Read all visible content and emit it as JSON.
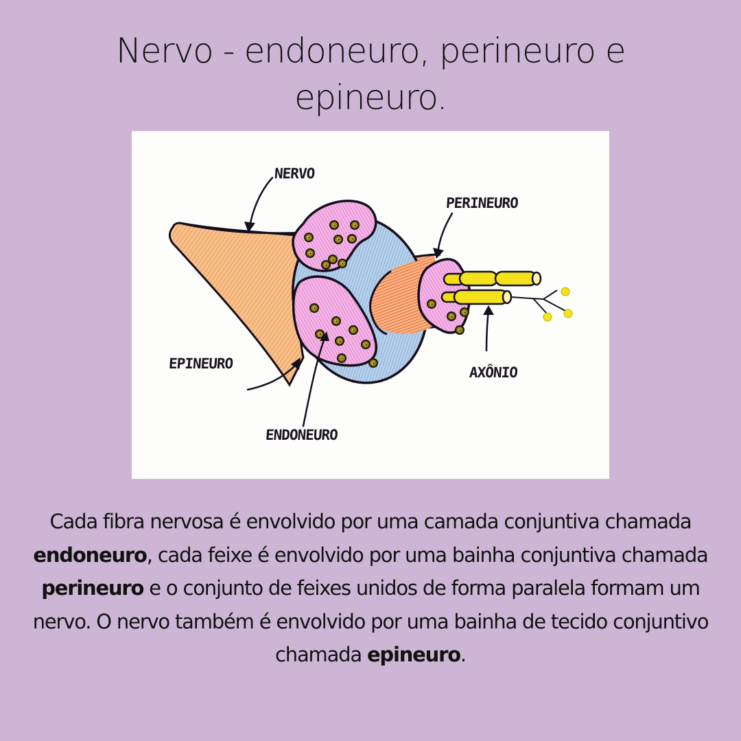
{
  "title": {
    "line1": "Nervo - endoneuro, perineuro e",
    "line2": "epineuro."
  },
  "figure": {
    "labels": {
      "nervo": "NERVO",
      "perineuro": "PERINEURO",
      "epineuro": "EPINEURO",
      "endoneuro": "ENDONEURO",
      "axonio": "AXÔNIO"
    },
    "colors": {
      "epineuro_blue": "#8fb6dc",
      "fascicle_pink": "#ec9ad8",
      "nerve_orange": "#f3a765",
      "axon_yellow": "#f3e21c",
      "fiber_dot": "#4a4a10",
      "outline": "#150e1c"
    }
  },
  "caption": {
    "p1": "Cada fibra nervosa é envolvido por uma camada conjuntiva chamada ",
    "b1": "endoneuro",
    "p2": ", cada feixe é envolvido por uma bainha conjuntiva chamada ",
    "b2": "perineuro",
    "p3": " e o conjunto de feixes unidos de forma paralela formam um nervo. O nervo também é envolvido por uma bainha de tecido conjuntivo chamada ",
    "b3": "epineuro",
    "p4": "."
  },
  "background_color": "#cdb6d5"
}
